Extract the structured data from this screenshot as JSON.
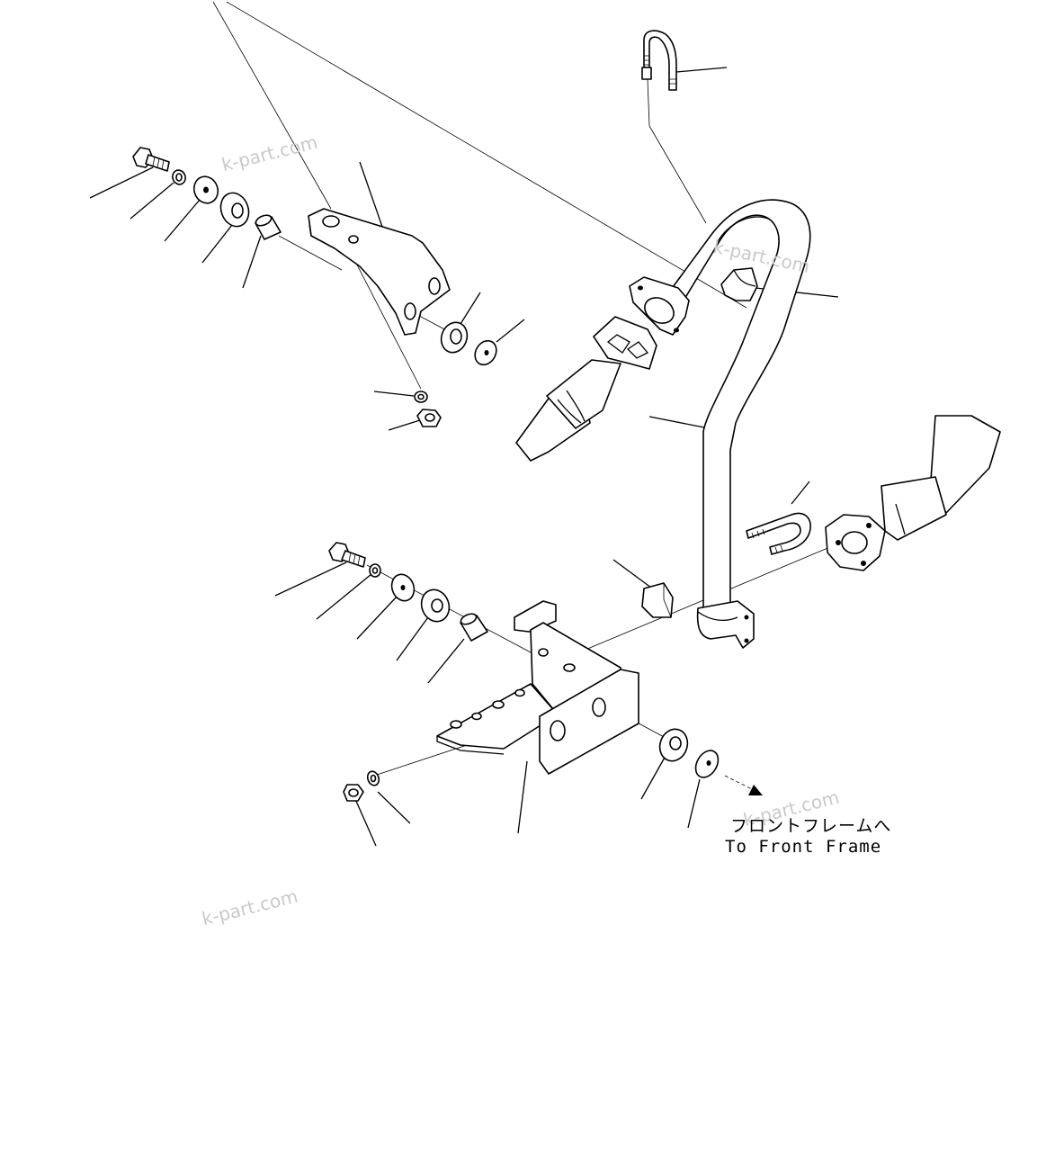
{
  "watermarks": [
    "k-part.com",
    "k-part.com",
    "k-part.com",
    "k-part.com"
  ],
  "captions": {
    "japanese": "フロントフレームへ",
    "english": "To Front Frame"
  },
  "colors": {
    "line": "#000000",
    "background": "#ffffff",
    "watermark": "#c9c9c9"
  }
}
